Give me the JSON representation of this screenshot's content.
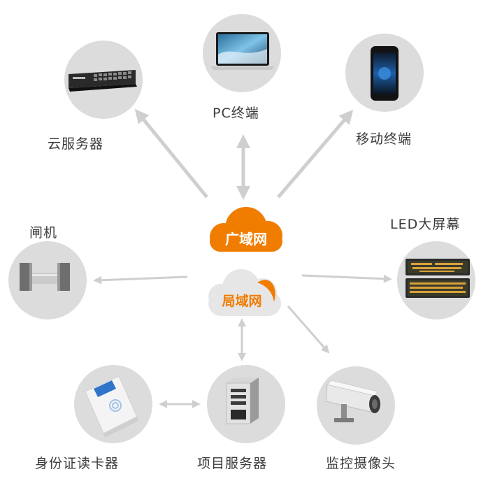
{
  "wan": {
    "label": "广域网",
    "color": "#f07d00"
  },
  "lan": {
    "label": "局域网",
    "color": "#f07d00",
    "cloud_color": "#e6e6e6"
  },
  "nodes": {
    "cloud_server": {
      "label": "云服务器",
      "icon": "network-switch-icon"
    },
    "pc_terminal": {
      "label": "PC终端",
      "icon": "laptop-icon"
    },
    "mobile_terminal": {
      "label": "移动终端",
      "icon": "smartphone-icon"
    },
    "gate": {
      "label": "闸机",
      "icon": "turnstile-gate-icon"
    },
    "led_screen": {
      "label": "LED大屏幕",
      "icon": "led-display-icon"
    },
    "id_reader": {
      "label": "身份证读卡器",
      "icon": "card-reader-icon"
    },
    "project_server": {
      "label": "项目服务器",
      "icon": "tower-server-icon"
    },
    "camera": {
      "label": "监控摄像头",
      "icon": "cctv-camera-icon"
    }
  },
  "colors": {
    "node_bg": "#dcdcdc",
    "arrow": "#cfcfcf",
    "text": "#3a3a3a"
  }
}
